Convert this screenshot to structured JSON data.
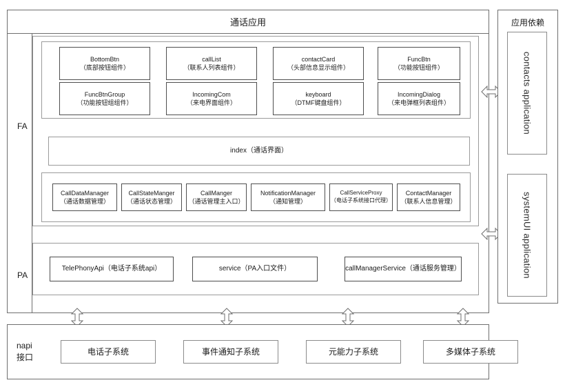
{
  "app": {
    "title": "通话应用",
    "fa_label": "FA",
    "pa_label": "PA"
  },
  "components": [
    {
      "en": "BottomBtn",
      "cn": "（底部按钮组件）"
    },
    {
      "en": "callList",
      "cn": "（联系人列表组件）"
    },
    {
      "en": "contactCard",
      "cn": "（头部信息显示组件）"
    },
    {
      "en": "FuncBtn",
      "cn": "（功能按钮组件）"
    },
    {
      "en": "FuncBtnGroup",
      "cn": "（功能按钮组组件）"
    },
    {
      "en": "IncomingCom",
      "cn": "（来电界面组件）"
    },
    {
      "en": "keyboard",
      "cn": "（DTMF键盘组件）"
    },
    {
      "en": "IncomingDialog",
      "cn": "（来电弹框列表组件）"
    }
  ],
  "index_panel": {
    "label": "index（通话界面）"
  },
  "managers": [
    {
      "en": "CallDataManager",
      "cn": "（通话数据管理）"
    },
    {
      "en": "CallStateManger",
      "cn": "（通话状态管理）"
    },
    {
      "en": "CallManger",
      "cn": "（通话管理主入口）"
    },
    {
      "en": "NotificationManager",
      "cn": "（通知管理）"
    },
    {
      "en": "CallServiceProxy",
      "cn": "（电话子系统接口代理）"
    },
    {
      "en": "ContactManager",
      "cn": "（联系人信息管理）"
    }
  ],
  "pa_items": [
    {
      "label": "TelePhonyApi（电话子系统api）"
    },
    {
      "label": "service（PA入口文件）"
    },
    {
      "label": "callManagerService（通话服务管理）"
    }
  ],
  "napi": {
    "label_line1": "napi",
    "label_line2": "接口",
    "subsystems": [
      {
        "label": "电话子系统"
      },
      {
        "label": "事件通知子系统"
      },
      {
        "label": "元能力子系统"
      },
      {
        "label": "多媒体子系统"
      }
    ]
  },
  "dependencies": {
    "title": "应用依赖",
    "items": [
      {
        "label": "contacts application"
      },
      {
        "label": "systemUI application"
      }
    ]
  },
  "icons": {
    "arrow_vertical": "double-arrow-vertical-icon",
    "arrow_horizontal": "double-arrow-horizontal-icon"
  },
  "colors": {
    "background": "#ffffff",
    "frame_border": "#6e6e6e",
    "panel_border": "#9a9a9a",
    "cell_border": "#4d4d4d",
    "text": "#1a1a1a"
  }
}
